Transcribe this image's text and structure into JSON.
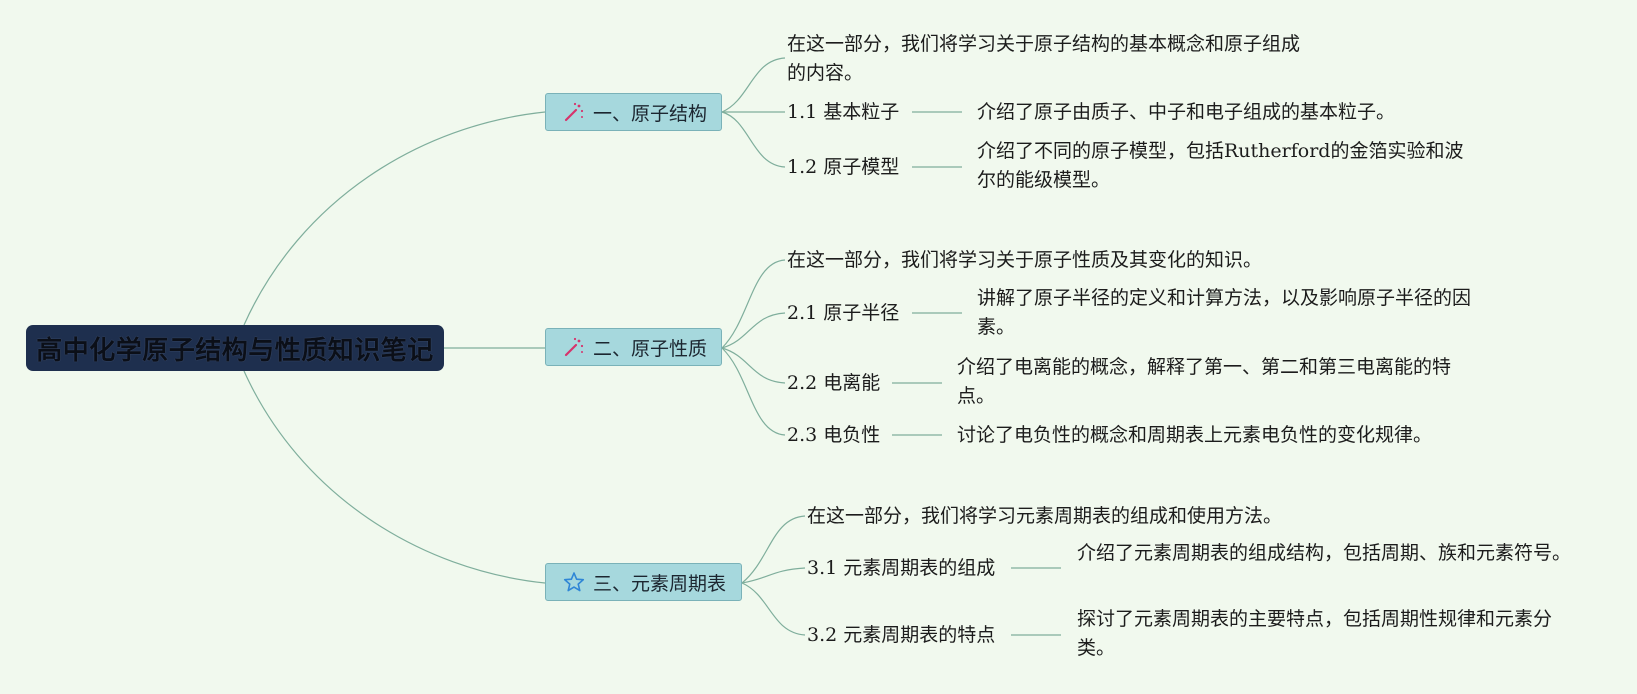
{
  "root": {
    "title": "高中化学原子结构与性质知识笔记"
  },
  "branches": [
    {
      "label": "一、原子结构",
      "icon": "magic-wand-icon",
      "intro": "在这一部分，我们将学习关于原子结构的基本概念和原子组成的内容。",
      "items": [
        {
          "title": "1.1 基本粒子",
          "desc": "介绍了原子由质子、中子和电子组成的基本粒子。"
        },
        {
          "title": "1.2 原子模型",
          "desc": "介绍了不同的原子模型，包括Rutherford的金箔实验和波尔的能级模型。"
        }
      ]
    },
    {
      "label": "二、原子性质",
      "icon": "magic-wand-icon",
      "intro": "在这一部分，我们将学习关于原子性质及其变化的知识。",
      "items": [
        {
          "title": "2.1 原子半径",
          "desc": "讲解了原子半径的定义和计算方法，以及影响原子半径的因素。"
        },
        {
          "title": "2.2 电离能",
          "desc": "介绍了电离能的概念，解释了第一、第二和第三电离能的特点。"
        },
        {
          "title": "2.3 电负性",
          "desc": "讨论了电负性的概念和周期表上元素电负性的变化规律。"
        }
      ]
    },
    {
      "label": "三、元素周期表",
      "icon": "star-icon",
      "intro": "在这一部分，我们将学习元素周期表的组成和使用方法。",
      "items": [
        {
          "title": "3.1 元素周期表的组成",
          "desc": "介绍了元素周期表的组成结构，包括周期、族和元素符号。"
        },
        {
          "title": "3.2 元素周期表的特点",
          "desc": "探讨了元素周期表的主要特点，包括周期性规律和元素分类。"
        }
      ]
    }
  ],
  "colors": {
    "background": "#f1f9ee",
    "root_fill": "#1e2f4e",
    "branch_fill": "#a6d8dd",
    "connector": "#7fae9c",
    "wand_icon": "#d6336c",
    "star_icon": "#2f86d6"
  }
}
